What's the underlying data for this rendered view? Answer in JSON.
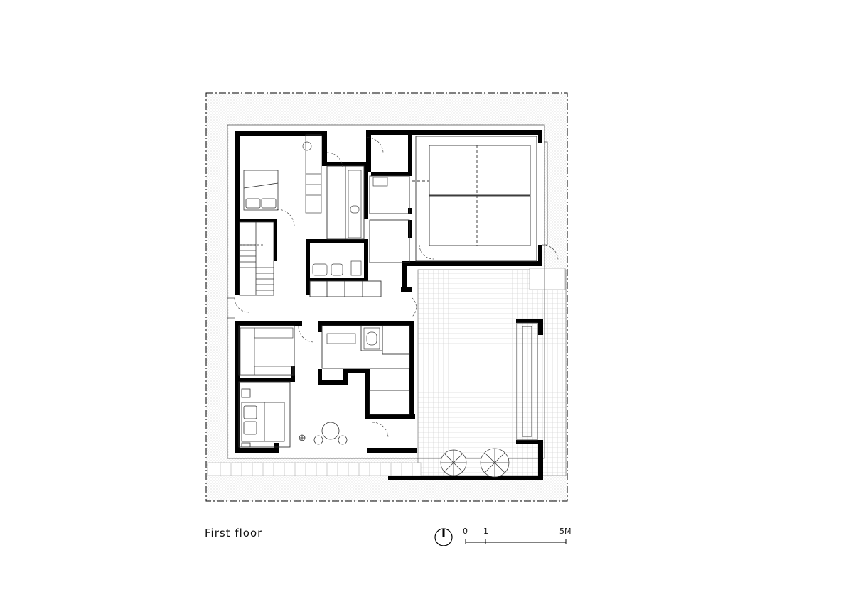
{
  "drawing": {
    "title": "First floor",
    "scale_bar": {
      "labels": [
        "0",
        "1",
        "5M"
      ]
    },
    "north_arrow": "north-arrow-icon"
  },
  "colors": {
    "wall": "#000000",
    "line": "#222222",
    "hatch": "#bbbbbb",
    "background": "#ffffff"
  }
}
